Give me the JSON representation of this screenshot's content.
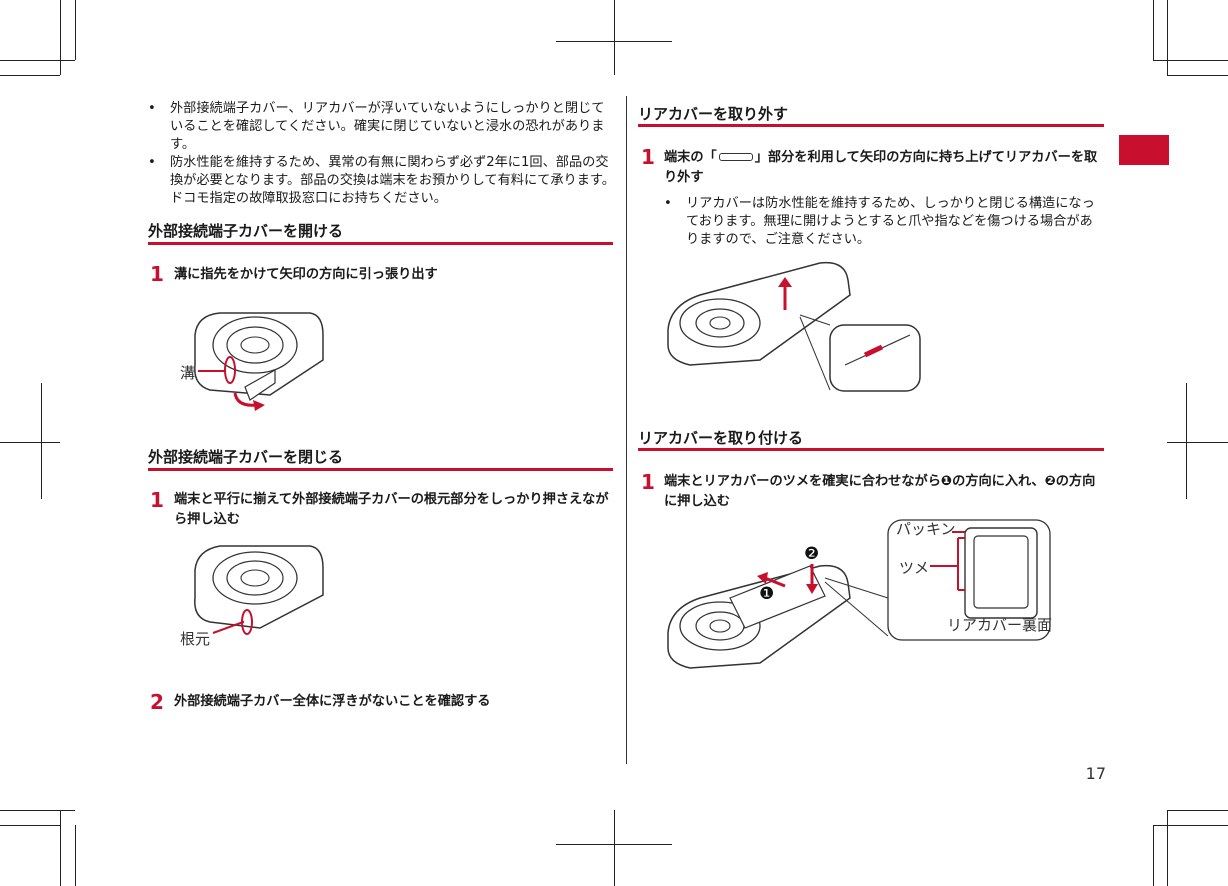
{
  "page_number": "17",
  "left": {
    "bullets": [
      "外部接続端子カバー、リアカバーが浮いていないようにしっかりと閉じていることを確認してください。確実に閉じていないと浸水の恐れがあります。",
      "防水性能を維持するため、異常の有無に関わらず必ず2年に1回、部品の交換が必要となります。部品の交換は端末をお預かりして有料にて承ります。ドコモ指定の故障取扱窓口にお持ちください。"
    ],
    "section1": {
      "title": "外部接続端子カバーを開ける",
      "step_num": "1",
      "step_text": "溝に指先をかけて矢印の方向に引っ張り出す",
      "label": "溝"
    },
    "section2": {
      "title": "外部接続端子カバーを閉じる",
      "step1_num": "1",
      "step1_text": "端末と平行に揃えて外部接続端子カバーの根元部分をしっかり押さえながら押し込む",
      "label": "根元",
      "step2_num": "2",
      "step2_text": "外部接続端子カバー全体に浮きがないことを確認する"
    }
  },
  "right": {
    "section1": {
      "title": "リアカバーを取り外す",
      "step_num": "1",
      "step_text_a": "端末の「",
      "step_text_b": "」部分を利用して矢印の方向に持ち上げてリアカバーを取り外す",
      "bullet": "リアカバーは防水性能を維持するため、しっかりと閉じる構造になっております。無理に開けようとすると爪や指などを傷つける場合がありますので、ご注意ください。"
    },
    "section2": {
      "title": "リアカバーを取り付ける",
      "step_num": "1",
      "step_text": "端末とリアカバーのツメを確実に合わせながら❶の方向に入れ、❷の方向に押し込む",
      "label_packing": "パッキン",
      "label_tsume": "ツメ",
      "label_rear": "リアカバー裏面",
      "marker1": "❶",
      "marker2": "❷"
    }
  },
  "colors": {
    "accent": "#c8102e"
  }
}
